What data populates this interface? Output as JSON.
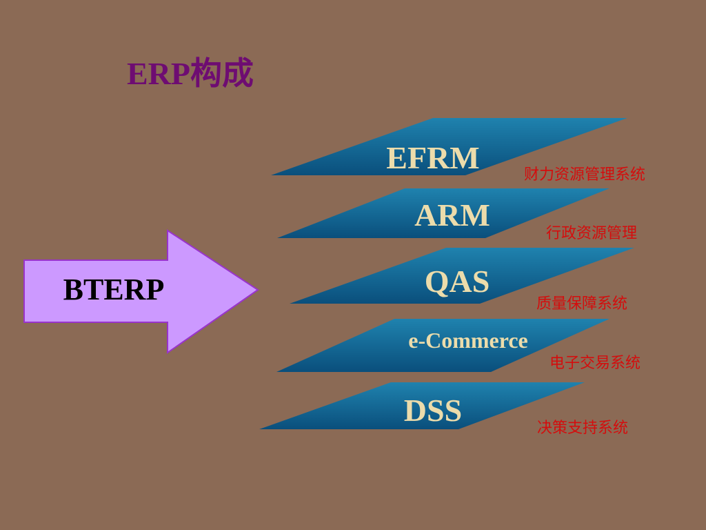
{
  "title": "ERP构成",
  "arrow": {
    "label": "BTERP"
  },
  "layers": [
    {
      "name": "EFRM",
      "description": "财力资源管理系统"
    },
    {
      "name": "ARM",
      "description": "行政资源管理"
    },
    {
      "name": "QAS",
      "description": "质量保障系统"
    },
    {
      "name": "e-Commerce",
      "description": "电子交易系统"
    },
    {
      "name": "DSS",
      "description": "决策支持系统"
    }
  ],
  "colors": {
    "background": "#8b6a55",
    "title": "#6e0c72",
    "arrow_fill": "#cc99ff",
    "arrow_stroke": "#9933cc",
    "layer_light": "#1f82ae",
    "layer_dark": "#0a4f7c",
    "layer_text": "#ecdcab",
    "description_text": "#d40d0d"
  }
}
